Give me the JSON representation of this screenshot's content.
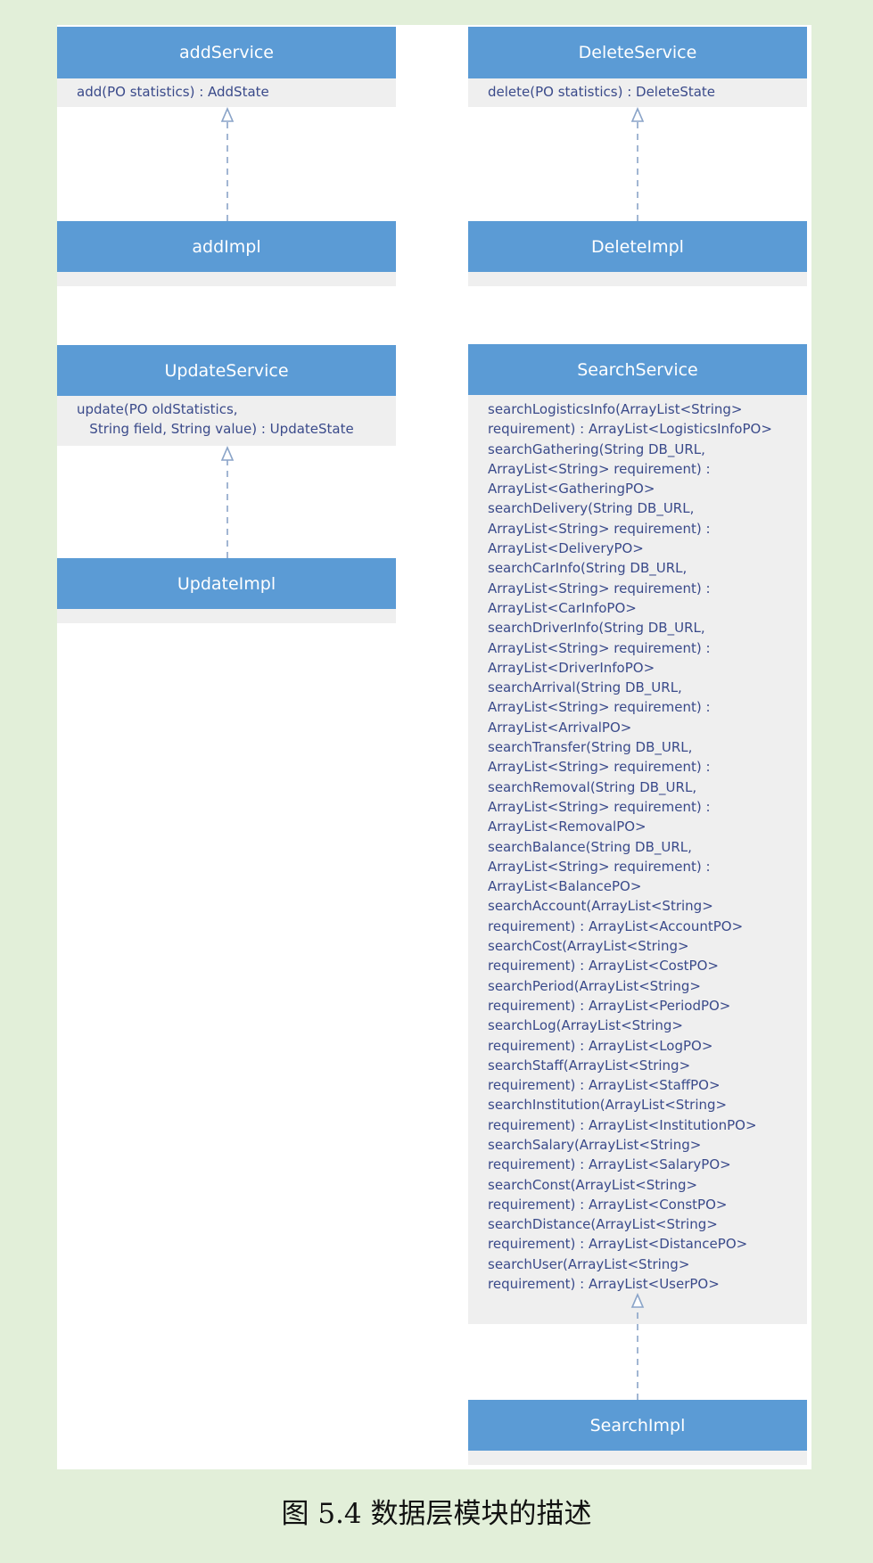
{
  "diagram": {
    "interfaces": [
      {
        "name": "addService",
        "methods": [
          "add(PO statistics) : AddState"
        ],
        "impl": "addImpl"
      },
      {
        "name": "DeleteService",
        "methods": [
          "delete(PO statistics) : DeleteState"
        ],
        "impl": "DeleteImpl"
      },
      {
        "name": "UpdateService",
        "methods": [
          "update(PO oldStatistics,",
          "   String field, String value) : UpdateState"
        ],
        "impl": "UpdateImpl"
      },
      {
        "name": "SearchService",
        "methods": [
          "searchLogisticsInfo(ArrayList<String>",
          "requirement) : ArrayList<LogisticsInfoPO>",
          "searchGathering(String DB_URL,",
          "ArrayList<String> requirement) :",
          "ArrayList<GatheringPO>",
          "searchDelivery(String DB_URL,",
          "ArrayList<String> requirement) :",
          "ArrayList<DeliveryPO>",
          "searchCarInfo(String DB_URL,",
          "ArrayList<String> requirement) :",
          "ArrayList<CarInfoPO>",
          "searchDriverInfo(String DB_URL,",
          "ArrayList<String> requirement) :",
          "ArrayList<DriverInfoPO>",
          "searchArrival(String DB_URL,",
          "ArrayList<String> requirement) :",
          "ArrayList<ArrivalPO>",
          "searchTransfer(String DB_URL,",
          "ArrayList<String> requirement) :",
          "searchRemoval(String DB_URL,",
          "ArrayList<String> requirement) :",
          "ArrayList<RemovalPO>",
          "searchBalance(String DB_URL,",
          "ArrayList<String> requirement) :",
          "ArrayList<BalancePO>",
          "searchAccount(ArrayList<String>",
          "requirement) : ArrayList<AccountPO>",
          "searchCost(ArrayList<String>",
          "requirement) : ArrayList<CostPO>",
          "searchPeriod(ArrayList<String>",
          "requirement) : ArrayList<PeriodPO>",
          "searchLog(ArrayList<String>",
          "requirement) : ArrayList<LogPO>",
          "searchStaff(ArrayList<String>",
          "requirement) : ArrayList<StaffPO>",
          "searchInstitution(ArrayList<String>",
          "requirement) : ArrayList<InstitutionPO>",
          "searchSalary(ArrayList<String>",
          "requirement) : ArrayList<SalaryPO>",
          "searchConst(ArrayList<String>",
          "requirement) : ArrayList<ConstPO>",
          "searchDistance(ArrayList<String>",
          "requirement) : ArrayList<DistancePO>",
          "searchUser(ArrayList<String>",
          "requirement) : ArrayList<UserPO>"
        ],
        "impl": "SearchImpl"
      }
    ]
  },
  "caption": "图 5.4 数据层模块的描述",
  "colors": {
    "header": "#5b9bd5",
    "body": "#efefef",
    "method_text": "#3a4a8a",
    "arrow": "#8aa4c8",
    "background": "#e2efd9"
  }
}
